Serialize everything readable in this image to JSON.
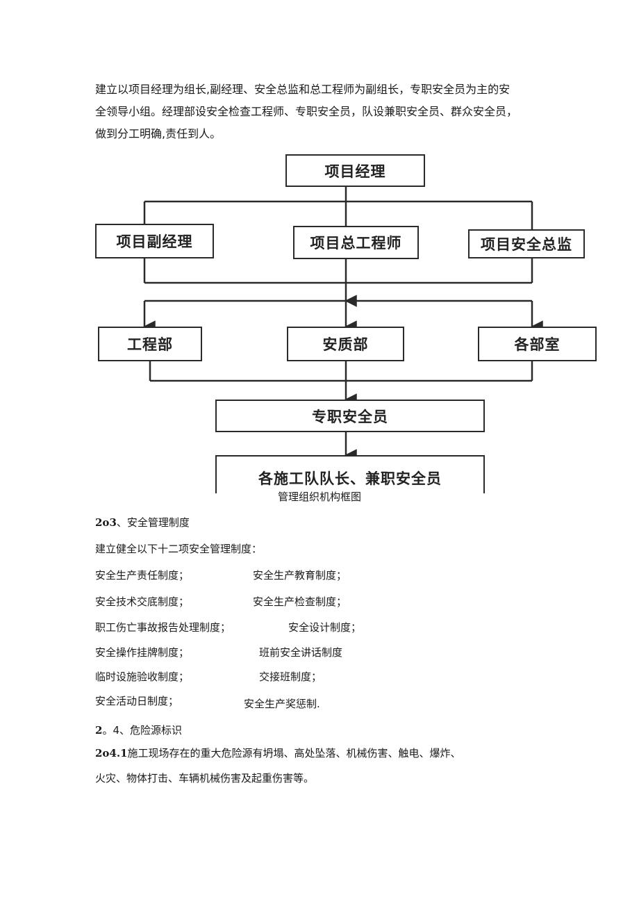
{
  "intro": [
    "建立以项目经理为组长,副经理、安全总监和总工程师为副组长，专职安全员为主的安",
    "全领导小组。经理部设安全检查工程师、专职安全员，队设兼职安全员、群众安全员，",
    "做到分工明确,责任到人。"
  ],
  "org": {
    "top": "项目经理",
    "deputy": "项目副经理",
    "chief_engineer": "项目总工程师",
    "safety_director": "项目安全总监",
    "engineering_dept": "工程部",
    "quality_dept": "安质部",
    "offices": "各部室",
    "safety_officer": "专职安全员",
    "team_leaders": "各施工队队长、兼职安全员"
  },
  "caption": "管理组织机构框图",
  "section_2_3": {
    "num": "2o3",
    "title": "、安全管理制度"
  },
  "intro_2_3": "建立健全以下十二项安全管理制度：",
  "regulations": [
    [
      "安全生产责任制度；",
      "安全生产教育制度；"
    ],
    [
      "安全技术交底制度；",
      "安全生产检查制度；"
    ],
    [
      "职工伤亡事故报告处理制度；",
      "安全设计制度；"
    ],
    [
      "安全操作挂牌制度；",
      "班前安全讲话制度"
    ],
    [
      "临时设施验收制度；",
      "交接班制度；"
    ],
    [
      "安全活动日制度；",
      "安全生产奖惩制."
    ]
  ],
  "section_2_4": {
    "num": "2",
    "title": "。4、危险源标识"
  },
  "section_2_4_1": {
    "num": "2o4.1",
    "lines": [
      "施工现场存在的重大危险源有坍塌、高处坠落、机械伤害、触电、爆炸、",
      "火灾、物体打击、车辆机械伤害及起重伤害等。"
    ]
  }
}
